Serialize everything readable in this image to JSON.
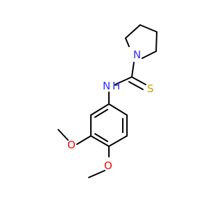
{
  "molecule": {
    "colors": {
      "carbon_bond": "#000000",
      "nitrogen": "#2f2fff",
      "sulfur": "#c8a000",
      "oxygen": "#ff0000"
    },
    "atoms": {
      "pyrrolidine_n": "N",
      "amide_n": "N",
      "amide_h": "H",
      "thione_s": "S",
      "methoxy_o_1": "O",
      "methoxy_o_2": "O"
    }
  }
}
